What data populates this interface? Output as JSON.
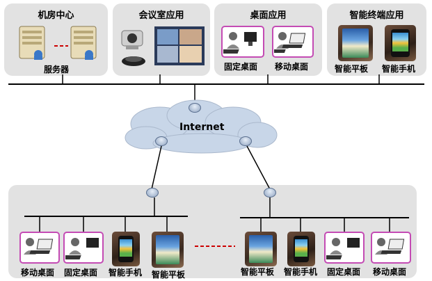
{
  "top_panels": {
    "datacenter": {
      "title": "机房中心",
      "server_label": "服务器"
    },
    "conference": {
      "title": "会议室应用"
    },
    "desktop": {
      "title": "桌面应用",
      "fixed_label": "固定桌面",
      "mobile_label": "移动桌面"
    },
    "terminal": {
      "title": "智能终端应用",
      "tablet_label": "智能平板",
      "phone_label": "智能手机"
    }
  },
  "cloud": {
    "label": "Internet"
  },
  "bottom": {
    "left_devices": [
      "移动桌面",
      "固定桌面",
      "智能手机",
      "智能平板"
    ],
    "right_devices": [
      "智能平板",
      "智能手机",
      "固定桌面",
      "移动桌面"
    ]
  },
  "colors": {
    "panel": "#e2e2e2",
    "desk_border": "#c44bb4",
    "dash": "#cc0000"
  }
}
